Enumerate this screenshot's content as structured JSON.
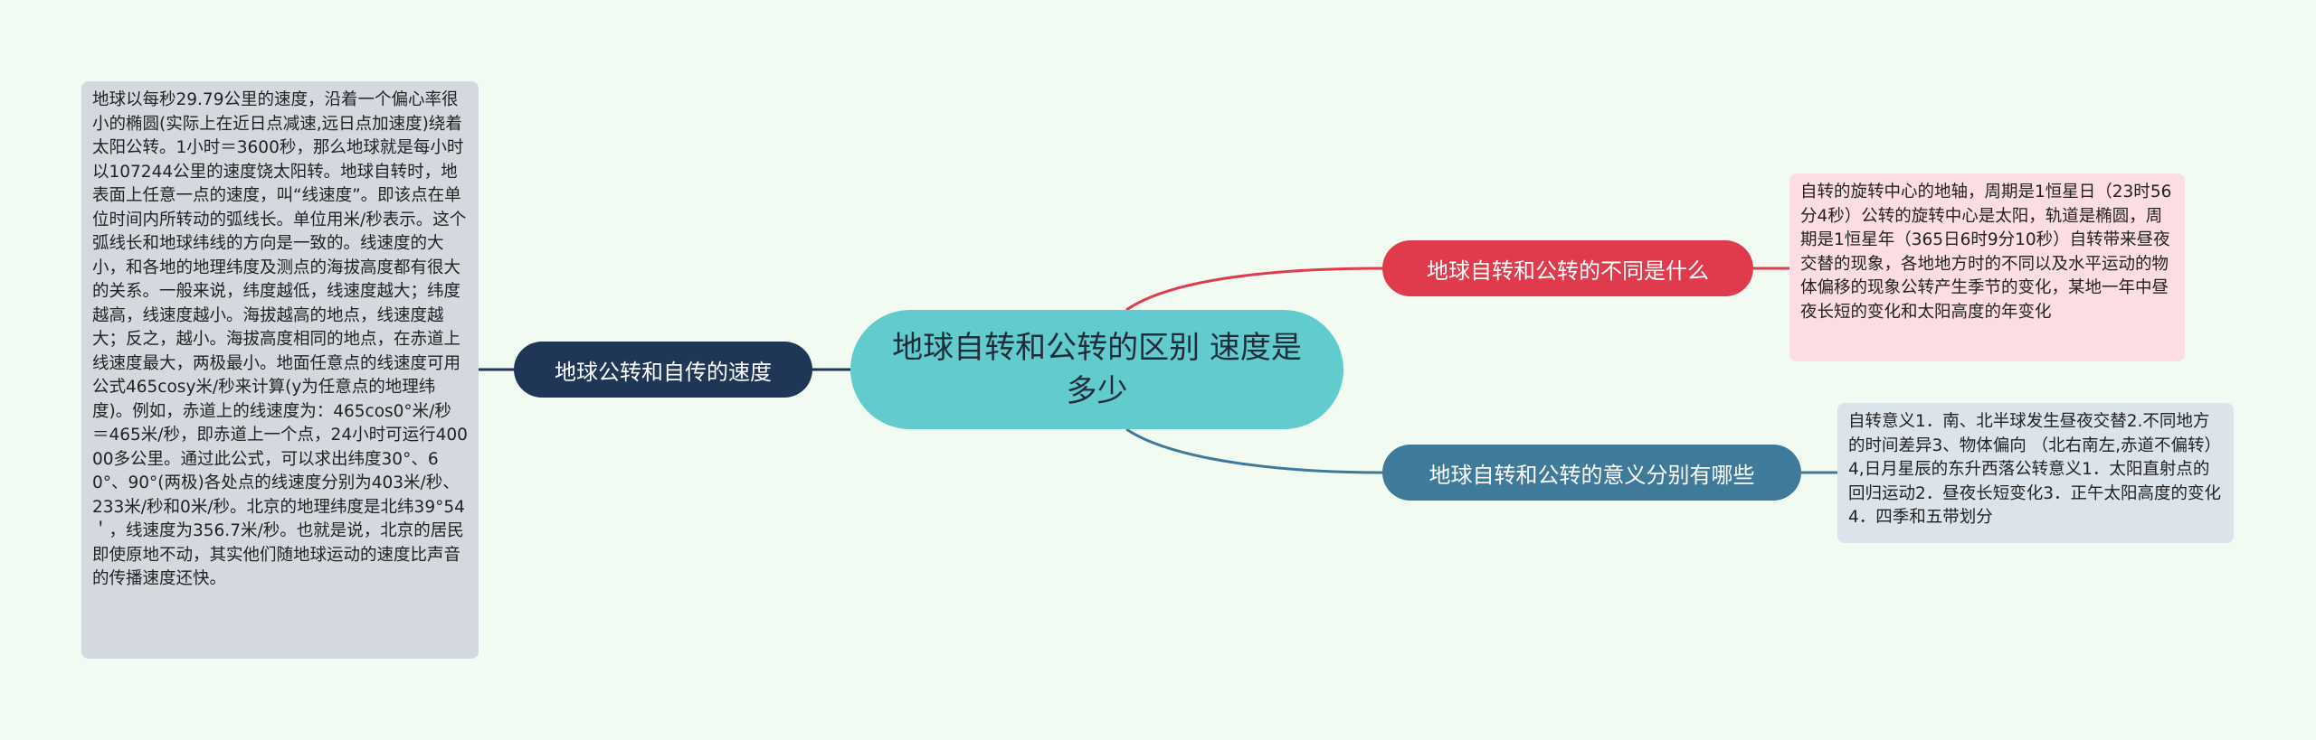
{
  "center": {
    "text": "地球自转和公转的区别 速度是多少"
  },
  "topics": {
    "left": "地球公转和自传的速度",
    "right_top": "地球自转和公转的不同是什么",
    "right_bottom": "地球自转和公转的意义分别有哪些"
  },
  "details": {
    "left": "地球以每秒29.79公里的速度，沿着一个偏心率很小的椭圆(实际上在近日点减速,远日点加速度)绕着太阳公转。1小时＝3600秒，那么地球就是每小时以107244公里的速度饶太阳转。地球自转时，地表面上任意一点的速度，叫“线速度”。即该点在单位时间内所转动的弧线长。单位用米/秒表示。这个弧线长和地球纬线的方向是一致的。线速度的大小，和各地的地理纬度及测点的海拔高度都有很大的关系。一般来说，纬度越低，线速度越大；纬度越高，线速度越小。海拔越高的地点，线速度越大；反之，越小。海拔高度相同的地点，在赤道上线速度最大，两极最小。地面任意点的线速度可用公式465cosy米/秒来计算(y为任意点的地理纬度)。例如，赤道上的线速度为：465cos0°米/秒＝465米/秒，即赤道上一个点，24小时可运行40000多公里。通过此公式，可以求出纬度30°、60°、90°(两极)各处点的线速度分别为403米/秒、233米/秒和0米/秒。北京的地理纬度是北纬39°54＇，线速度为356.7米/秒。也就是说，北京的居民即使原地不动，其实他们随地球运动的速度比声音的传播速度还快。",
    "right_top": "自转的旋转中心的地轴，周期是1恒星日（23时56分4秒）公转的旋转中心是太阳，轨道是椭圆，周期是1恒星年（365日6时9分10秒）自转带来昼夜交替的现象，各地地方时的不同以及水平运动的物体偏移的现象公转产生季节的变化，某地一年中昼夜长短的变化和太阳高度的年变化",
    "right_bottom": "自转意义1．南、北半球发生昼夜交替2.不同地方的时间差异3、物体偏向 （北右南左,赤道不偏转）4,日月星辰的东升西落公转意义1．太阳直射点的回归运动2．昼夜长短变化3．正午太阳高度的变化4．四季和五带划分"
  },
  "colors": {
    "background": "#f1fbf1",
    "center": "#62cbcd",
    "left_branch": "#1f3656",
    "red_branch": "#e03b4c",
    "blue_branch": "#3f7a9b"
  }
}
